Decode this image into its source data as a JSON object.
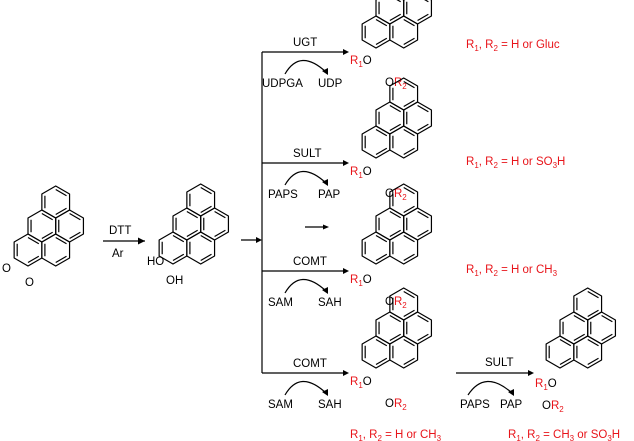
{
  "colors": {
    "text": "#000000",
    "substituent": "#e8141a"
  },
  "start": {
    "oxygen_1": "O",
    "oxygen_2": "O"
  },
  "reduction": {
    "reagent": "DTT",
    "atmosphere": "Ar"
  },
  "catechol": {
    "oh_1": "HO",
    "oh_2": "OH"
  },
  "branches": [
    {
      "enzyme": "UGT",
      "cosubstrate": "UDPGA",
      "coproduct": "UDP",
      "r_top": "R",
      "r_top_sub": "1",
      "r_top_atom": "O",
      "r_bot_atom": "O",
      "r_bot": "R",
      "r_bot_sub": "2",
      "def_main": "R",
      "def_sub1": "1",
      "def_sep": ", R",
      "def_sub2": "2",
      "def_rest": " = H or Gluc",
      "def_tail_sub": "",
      "def_tail": ""
    },
    {
      "enzyme": "SULT",
      "cosubstrate": "PAPS",
      "coproduct": "PAP",
      "r_top": "R",
      "r_top_sub": "1",
      "r_top_atom": "O",
      "r_bot_atom": "O",
      "r_bot": "R",
      "r_bot_sub": "2",
      "def_main": "R",
      "def_sub1": "1",
      "def_sep": ", R",
      "def_sub2": "2",
      "def_rest": " = H or SO",
      "def_tail_sub": "3",
      "def_tail": "H"
    },
    {
      "enzyme": "COMT",
      "cosubstrate": "SAM",
      "coproduct": "SAH",
      "r_top": "R",
      "r_top_sub": "1",
      "r_top_atom": "O",
      "r_bot_atom": "O",
      "r_bot": "R",
      "r_bot_sub": "2",
      "def_main": "R",
      "def_sub1": "1",
      "def_sep": ", R",
      "def_sub2": "2",
      "def_rest": " = H or CH",
      "def_tail_sub": "3",
      "def_tail": ""
    },
    {
      "enzyme": "COMT",
      "cosubstrate": "SAM",
      "coproduct": "SAH",
      "r_top": "R",
      "r_top_sub": "1",
      "r_top_atom": "O",
      "r_bot_atom": "O",
      "r_bot": "R",
      "r_bot_sub": "2",
      "def_main": "R",
      "def_sub1": "1",
      "def_sep": ", R",
      "def_sub2": "2",
      "def_rest": " = H or CH",
      "def_tail_sub": "3",
      "def_tail": ""
    }
  ],
  "second_step": {
    "enzyme": "SULT",
    "cosubstrate": "PAPS",
    "coproduct": "PAP",
    "r_top": "R",
    "r_top_sub": "1",
    "r_top_atom": "O",
    "r_bot_atom": "O",
    "r_bot": "R",
    "r_bot_sub": "2",
    "def_main": "R",
    "def_sub1": "1",
    "def_sep": ", R",
    "def_sub2": "2",
    "def_rest": " = CH",
    "def_sub3": "3",
    "def_mid": " or SO",
    "def_sub4": "3",
    "def_tail": "H"
  }
}
